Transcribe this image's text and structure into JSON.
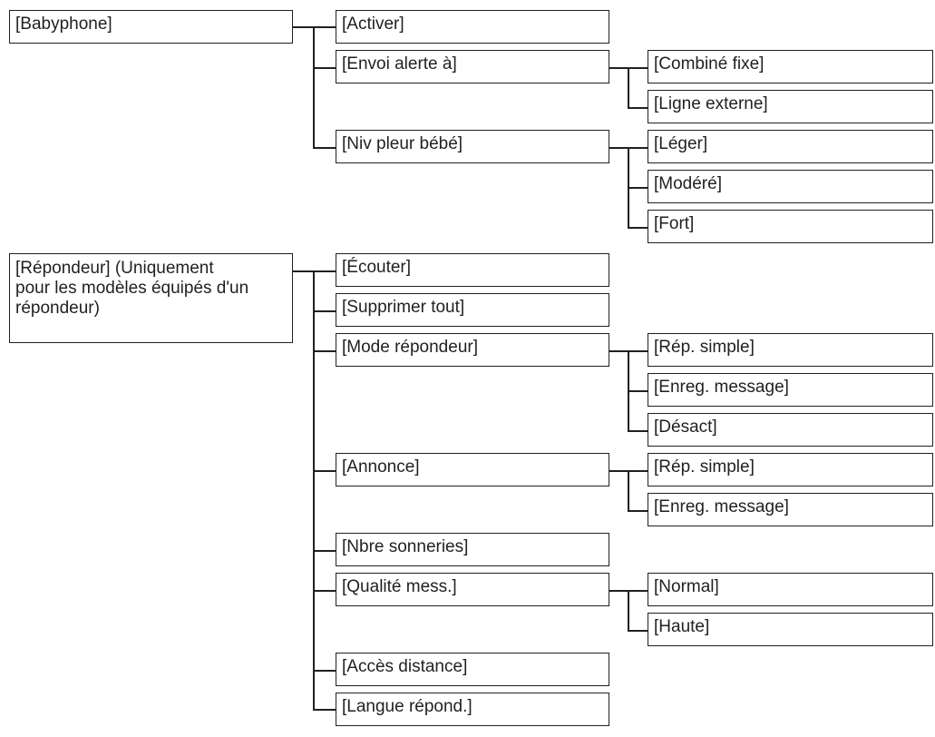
{
  "babyphone": {
    "title": "[Babyphone]",
    "items": {
      "activer": "[Activer]",
      "envoi": "[Envoi alerte à]",
      "envoi_options": {
        "combine": "[Combiné fixe]",
        "ligne": "[Ligne externe]"
      },
      "niv": "[Niv pleur bébé]",
      "niv_options": {
        "leger": "[Léger]",
        "modere": "[Modéré]",
        "fort": "[Fort]"
      }
    }
  },
  "repondeur": {
    "title": "[Répondeur]",
    "note_line1": " (Uniquement",
    "note_line2": "pour les modèles équipés d'un",
    "note_line3": "répondeur)",
    "items": {
      "ecouter": "[Écouter]",
      "supprimer": "[Supprimer tout]",
      "mode": "[Mode répondeur]",
      "mode_options": {
        "rep_simple": "[Rép. simple]",
        "enreg": "[Enreg. message]",
        "desact": "[Désact]"
      },
      "annonce": "[Annonce]",
      "annonce_options": {
        "rep_simple": "[Rép. simple]",
        "enreg": "[Enreg. message]"
      },
      "nbre": "[Nbre sonneries]",
      "qualite": "[Qualité mess.]",
      "qualite_options": {
        "normal": "[Normal]",
        "haute": "[Haute]"
      },
      "acces": "[Accès distance]",
      "langue": "[Langue répond.]"
    }
  },
  "colors": {
    "line": "#231f20",
    "text": "#231f20",
    "background": "#ffffff"
  }
}
